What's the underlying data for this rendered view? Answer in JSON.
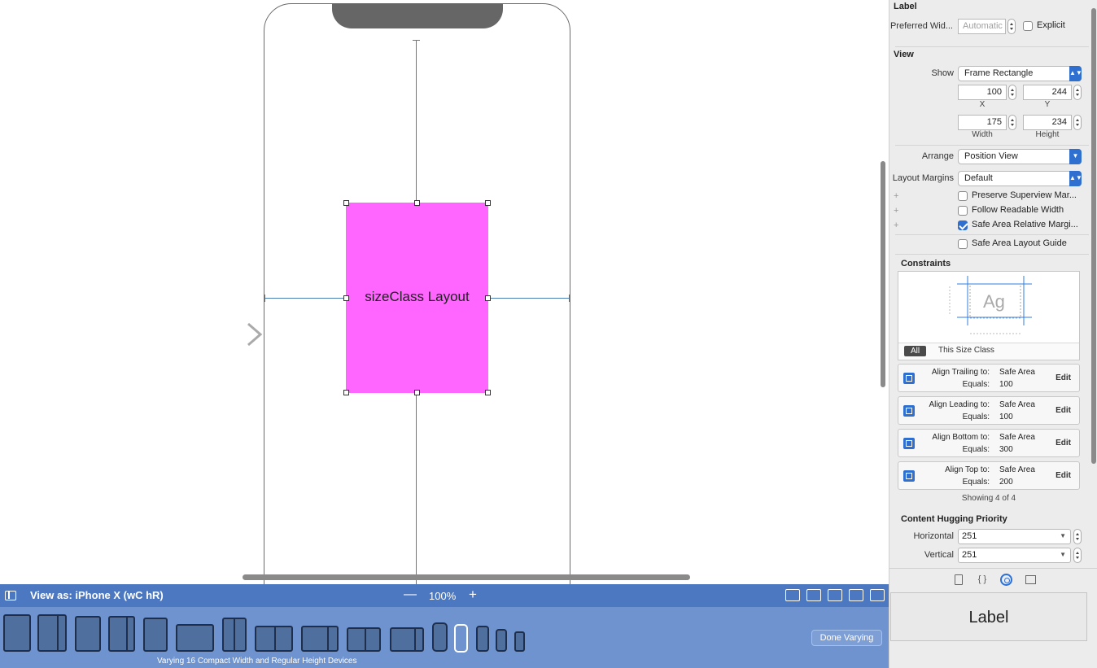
{
  "canvas": {
    "view_text": "sizeClass Layout",
    "colors": {
      "view_bg": "#ff66ff",
      "constraint": "#4a7fb5"
    }
  },
  "bottom_bar": {
    "view_as": "View as: iPhone X (wC hR)",
    "zoom": "100%",
    "zoom_out_icon": "minus-icon",
    "zoom_in_icon": "plus-icon",
    "done_varying": "Done Varying",
    "caption": "Varying 16 Compact Width and Regular Height Devices"
  },
  "inspector": {
    "label_section": {
      "title": "Label",
      "preferred_width_label": "Preferred Wid...",
      "preferred_width_placeholder": "Automatic",
      "explicit_label": "Explicit",
      "explicit_checked": false
    },
    "view_section": {
      "title": "View",
      "show_label": "Show",
      "show_value": "Frame Rectangle",
      "x_value": "100",
      "y_value": "244",
      "width_value": "175",
      "height_value": "234",
      "x_caption": "X",
      "y_caption": "Y",
      "width_caption": "Width",
      "height_caption": "Height",
      "arrange_label": "Arrange",
      "arrange_value": "Position View",
      "margins_label": "Layout Margins",
      "margins_value": "Default",
      "checkboxes": [
        {
          "label": "Preserve Superview Mar...",
          "checked": false
        },
        {
          "label": "Follow Readable Width",
          "checked": false
        },
        {
          "label": "Safe Area Relative Margi...",
          "checked": true
        },
        {
          "label": "Safe Area Layout Guide",
          "checked": false
        }
      ]
    },
    "constraints": {
      "title": "Constraints",
      "preview_text": "Ag",
      "filter_all": "All",
      "filter_size_class": "This Size Class",
      "items": [
        {
          "label": "Align Trailing to:",
          "target": "Safe Area",
          "equals_label": "Equals:",
          "value": "100",
          "edit": "Edit"
        },
        {
          "label": "Align Leading to:",
          "target": "Safe Area",
          "equals_label": "Equals:",
          "value": "100",
          "edit": "Edit"
        },
        {
          "label": "Align Bottom to:",
          "target": "Safe Area",
          "equals_label": "Equals:",
          "value": "300",
          "edit": "Edit"
        },
        {
          "label": "Align Top to:",
          "target": "Safe Area",
          "equals_label": "Equals:",
          "value": "200",
          "edit": "Edit"
        }
      ],
      "showing": "Showing 4 of 4"
    },
    "hugging": {
      "title": "Content Hugging Priority",
      "horizontal_label": "Horizontal",
      "horizontal_value": "251",
      "vertical_label": "Vertical",
      "vertical_value": "251"
    },
    "tabs": [
      "file-icon",
      "braces-icon",
      "attributes-icon",
      "ruler-icon"
    ]
  },
  "library": {
    "item": "Label"
  }
}
